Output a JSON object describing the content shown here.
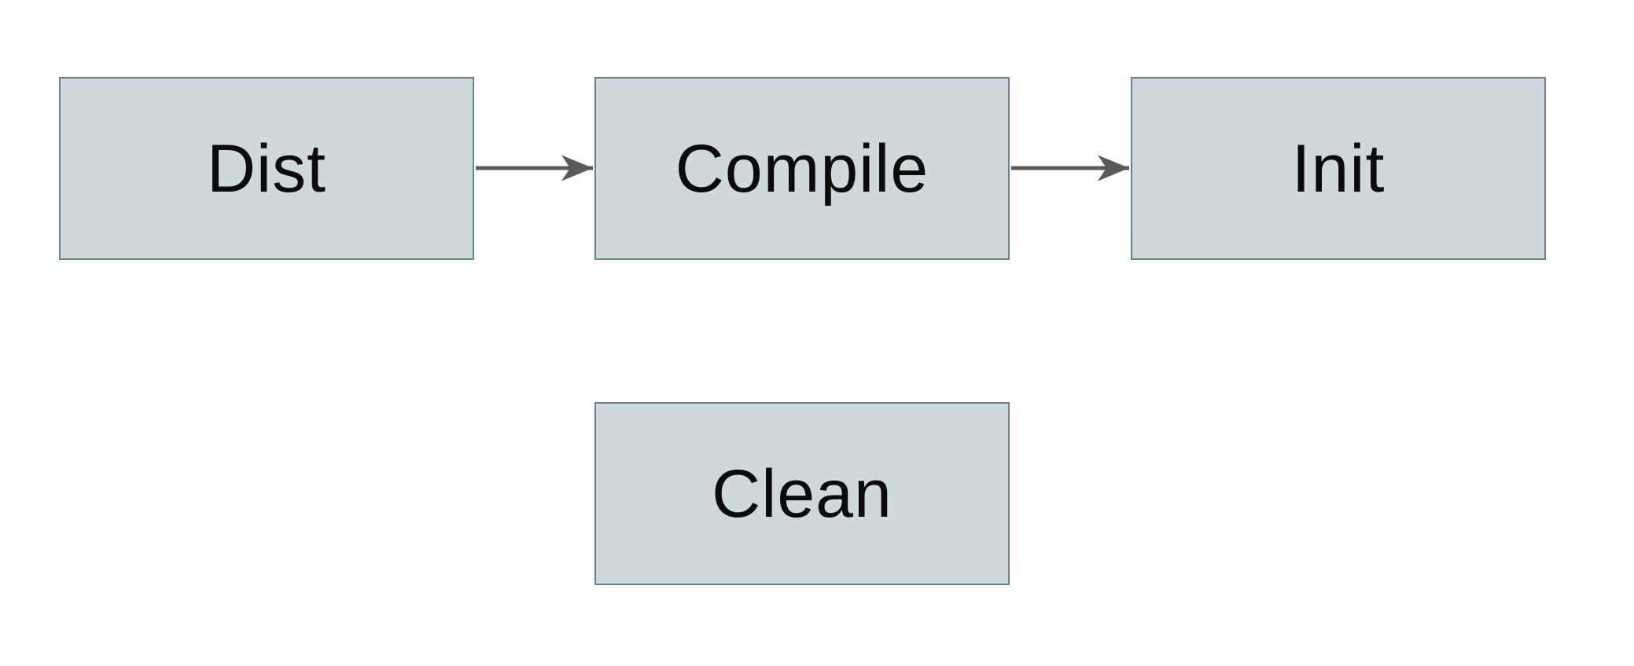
{
  "diagram": {
    "colors": {
      "background": "#ffffff",
      "node_fill": "#cfd8db",
      "node_border": "#66828f",
      "arrow_color": "#595959",
      "text_color": "#0b0b0b"
    },
    "nodes": [
      {
        "id": "dist",
        "label": "Dist"
      },
      {
        "id": "compile",
        "label": "Compile"
      },
      {
        "id": "init",
        "label": "Init"
      },
      {
        "id": "clean",
        "label": "Clean"
      }
    ],
    "edges": [
      {
        "from": "dist",
        "to": "compile"
      },
      {
        "from": "compile",
        "to": "init"
      }
    ]
  }
}
